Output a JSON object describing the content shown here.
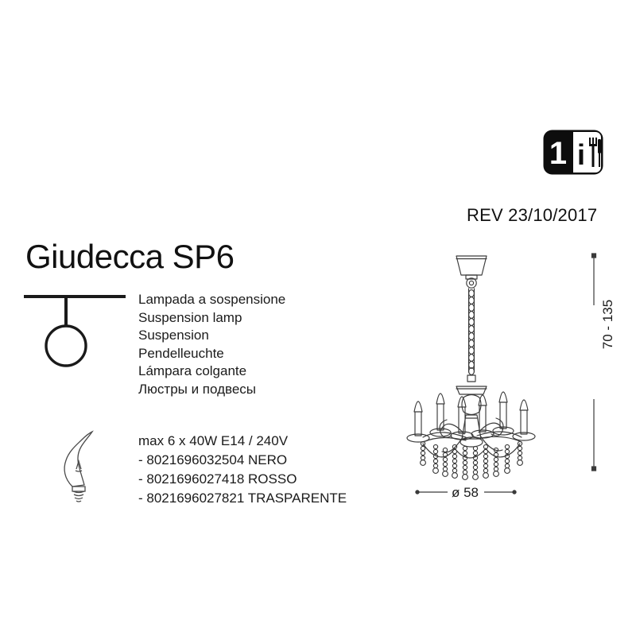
{
  "document": {
    "title": "Giudecca SP6",
    "revision": "REV 23/10/2017"
  },
  "badge": {
    "count": "1",
    "info_glyph": "i",
    "name": "one-person-assembly-with-tools-badge"
  },
  "descriptions": [
    {
      "lang": "it",
      "text": "Lampada a sospensione"
    },
    {
      "lang": "en",
      "text": "Suspension lamp"
    },
    {
      "lang": "fr",
      "text": "Suspension"
    },
    {
      "lang": "de",
      "text": "Pendelleuchte"
    },
    {
      "lang": "es",
      "text": "Lámpara colgante"
    },
    {
      "lang": "ru",
      "text": "Люстры и подвесы"
    }
  ],
  "specs": {
    "lamp_spec": "max 6 x 40W E14 / 240V",
    "variants": [
      {
        "line": "- 8021696032504 NERO",
        "ean": "8021696032504",
        "finish": "NERO"
      },
      {
        "line": "- 8021696027418 ROSSO",
        "ean": "8021696027418",
        "finish": "ROSSO"
      },
      {
        "line": "- 8021696027821 TRASPARENTE",
        "ean": "8021696027821",
        "finish": "TRASPARENTE"
      }
    ]
  },
  "dimensions": {
    "height_label": "70 - 135",
    "diameter_label": "ø 58"
  },
  "pictograms": {
    "suspension": "ceiling-suspension-icon",
    "bulb": "candle-bulb-e14-icon"
  },
  "colors": {
    "ink": "#1a1a1a",
    "line": "#3a3a3a",
    "background": "#ffffff"
  }
}
